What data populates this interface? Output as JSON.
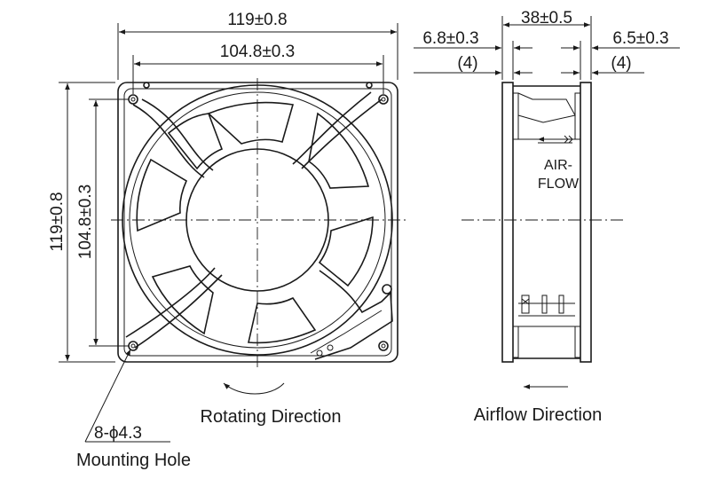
{
  "front_view": {
    "dim_outer_width": "119±0.8",
    "dim_hole_width": "104.8±0.3",
    "dim_outer_height": "119±0.8",
    "dim_hole_height": "104.8±0.3",
    "hole_spec": "8-ϕ4.3",
    "hole_label": "Mounting Hole",
    "rotation_caption": "Rotating Direction"
  },
  "side_view": {
    "dim_depth": "38±0.5",
    "dim_left_flange": "6.8±0.3",
    "dim_left_flange_ref": "(4)",
    "dim_right_flange": "6.5±0.3",
    "dim_right_flange_ref": "(4)",
    "airflow_label_1": "AIR-",
    "airflow_label_2": "FLOW",
    "airflow_caption": "Airflow Direction"
  }
}
